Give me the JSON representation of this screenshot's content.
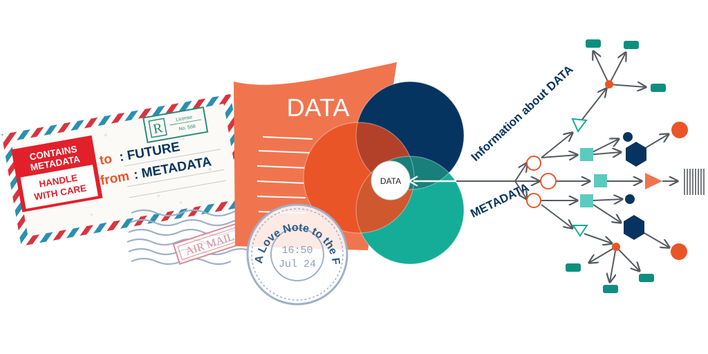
{
  "envelope": {
    "label_line1": "CONTAINS",
    "label_line2": "METADATA",
    "label_line3": "HANDLE",
    "label_line4": "WITH CARE",
    "to_prefix": "to",
    "to_text": ": FUTURE",
    "from_prefix": "from",
    "from_text": ": METADATA",
    "registered_letter": "R",
    "license_label": "License",
    "license_number": "No. 568"
  },
  "airmail_stamp": "AIR MAIL",
  "postmark": {
    "ring_text": "A Love Note to the Future",
    "time": "16:50",
    "date": "Jul 24"
  },
  "document": {
    "title": "DATA"
  },
  "venn": {
    "center_label": "DATA"
  },
  "labels": {
    "information": "Information about DATA",
    "metadata": "METADATA"
  },
  "colors": {
    "teal": "#16ad98",
    "navy": "#063460",
    "orange": "#ea5527",
    "salmon": "#f0754f",
    "red": "#e2202b",
    "light_teal": "#5ccbbe",
    "dark_teal": "#0e8f7e",
    "gray": "#555a60",
    "stamp_blue": "#9fb0c8"
  },
  "icons": [
    "envelope-icon",
    "document-icon",
    "arrow-left-icon",
    "barcode-icon"
  ]
}
